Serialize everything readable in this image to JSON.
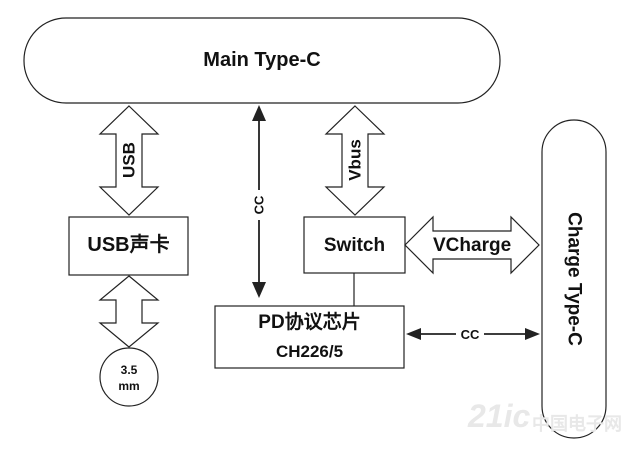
{
  "main_type_c": "Main Type-C",
  "charge_type_c": "Charge Type-C",
  "usb_sound_card": "USB声卡",
  "switch_label": "Switch",
  "pd_chip": {
    "line1": "PD协议芯片",
    "line2": "CH226/5"
  },
  "audio_jack": {
    "line1": "3.5",
    "line2": "mm"
  },
  "usb_label": "USB",
  "vbus_label": "Vbus",
  "vcharge_label": "VCharge",
  "cc_label_vertical": "CC",
  "cc_label_horizontal": "CC",
  "watermark": {
    "brand": "21ic",
    "site": "中国电子网"
  },
  "colors": {
    "stroke": "#222222",
    "fill": "#ffffff",
    "text": "#111111"
  }
}
